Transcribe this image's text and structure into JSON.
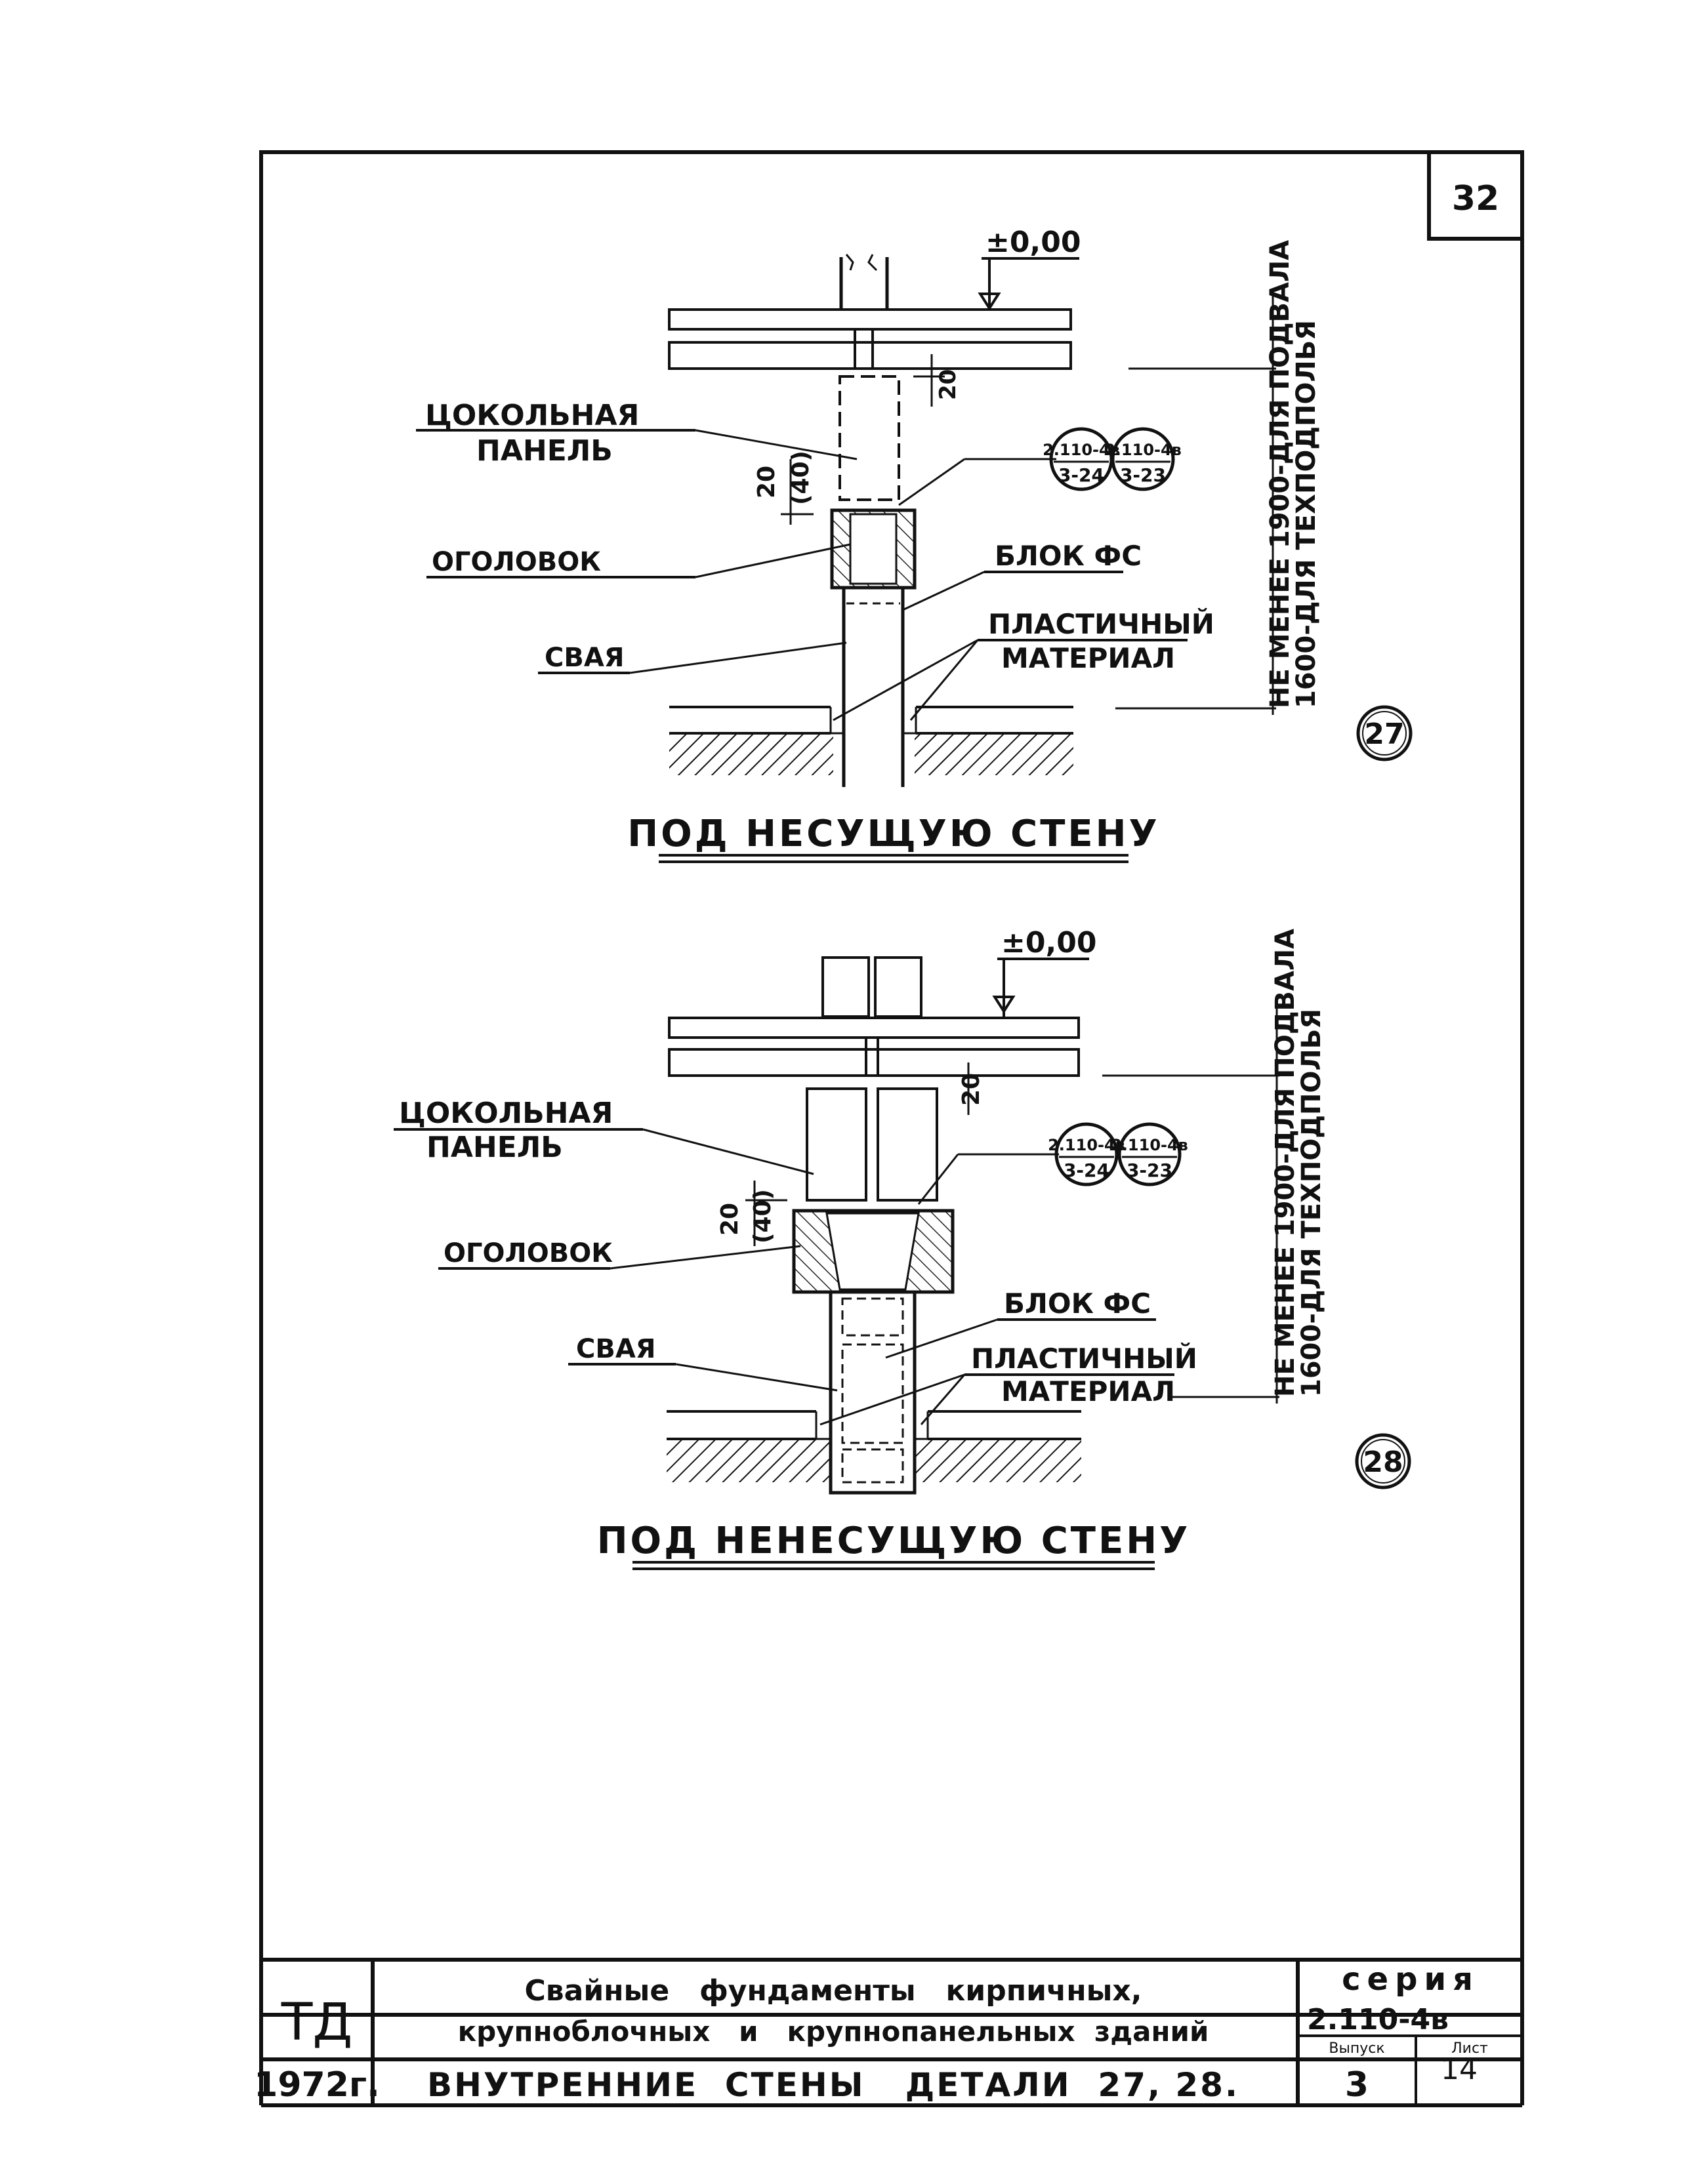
{
  "sheet_number": "32",
  "detail_27": {
    "level_mark": "±0,00",
    "plinth_panel_line1": "ЦОКОЛЬНАЯ",
    "plinth_panel_line2": "ПАНЕЛЬ",
    "pile_cap": "ОГОЛОВОК",
    "pile": "СВАЯ",
    "block": "БЛОК ФС",
    "plastic_line1": "ПЛАСТИЧНЫЙ",
    "plastic_line2": "МАТЕРИАЛ",
    "dim_gap": "20",
    "dim_gap_alt": "(40)",
    "dim_joint": "20",
    "ref1_top": "2.110-4в",
    "ref1_bottom": "3-24",
    "ref2_top": "2.110-4в",
    "ref2_bottom": "3-23",
    "vertical_note_line1": "НЕ МЕНЕЕ 1900-ДЛЯ ПОДВАЛА",
    "vertical_note_line2": "1600-ДЛЯ ТЕХПОДПОЛЬЯ",
    "detail_number": "27",
    "caption": "ПОД НЕСУЩУЮ СТЕНУ"
  },
  "detail_28": {
    "level_mark": "±0,00",
    "plinth_panel_line1": "ЦОКОЛЬНАЯ",
    "plinth_panel_line2": "ПАНЕЛЬ",
    "pile_cap": "ОГОЛОВОК",
    "pile": "СВАЯ",
    "block": "БЛОК ФС",
    "plastic_line1": "ПЛАСТИЧНЫЙ",
    "plastic_line2": "МАТЕРИАЛ",
    "dim_gap": "20",
    "dim_gap_alt": "(40)",
    "dim_joint": "20",
    "ref1_top": "2.110-4в",
    "ref1_bottom": "3-24",
    "ref2_top": "2.110-4в",
    "ref2_bottom": "3-23",
    "vertical_note_line1": "НЕ МЕНЕЕ 1900-ДЛЯ ПОДВАЛА",
    "vertical_note_line2": "1600-ДЛЯ ТЕХПОДПОЛЬЯ",
    "detail_number": "28",
    "caption": "ПОД НЕНЕСУЩУЮ СТЕНУ"
  },
  "title_block": {
    "org": "ТД",
    "year": "1972г.",
    "title_line1": "Свайные   фундаменты   кирпичных,",
    "title_line2": "крупноблочных   и   крупнопанельных  зданий",
    "sheet_title": "ВНУТРЕННИЕ  СТЕНЫ   ДЕТАЛИ  27, 28.",
    "series_label": "серия",
    "series_value": "2.110-4в",
    "issue_label": "Выпуск",
    "issue_value": "3",
    "sheet_label": "Лист",
    "sheet_value": "14"
  }
}
